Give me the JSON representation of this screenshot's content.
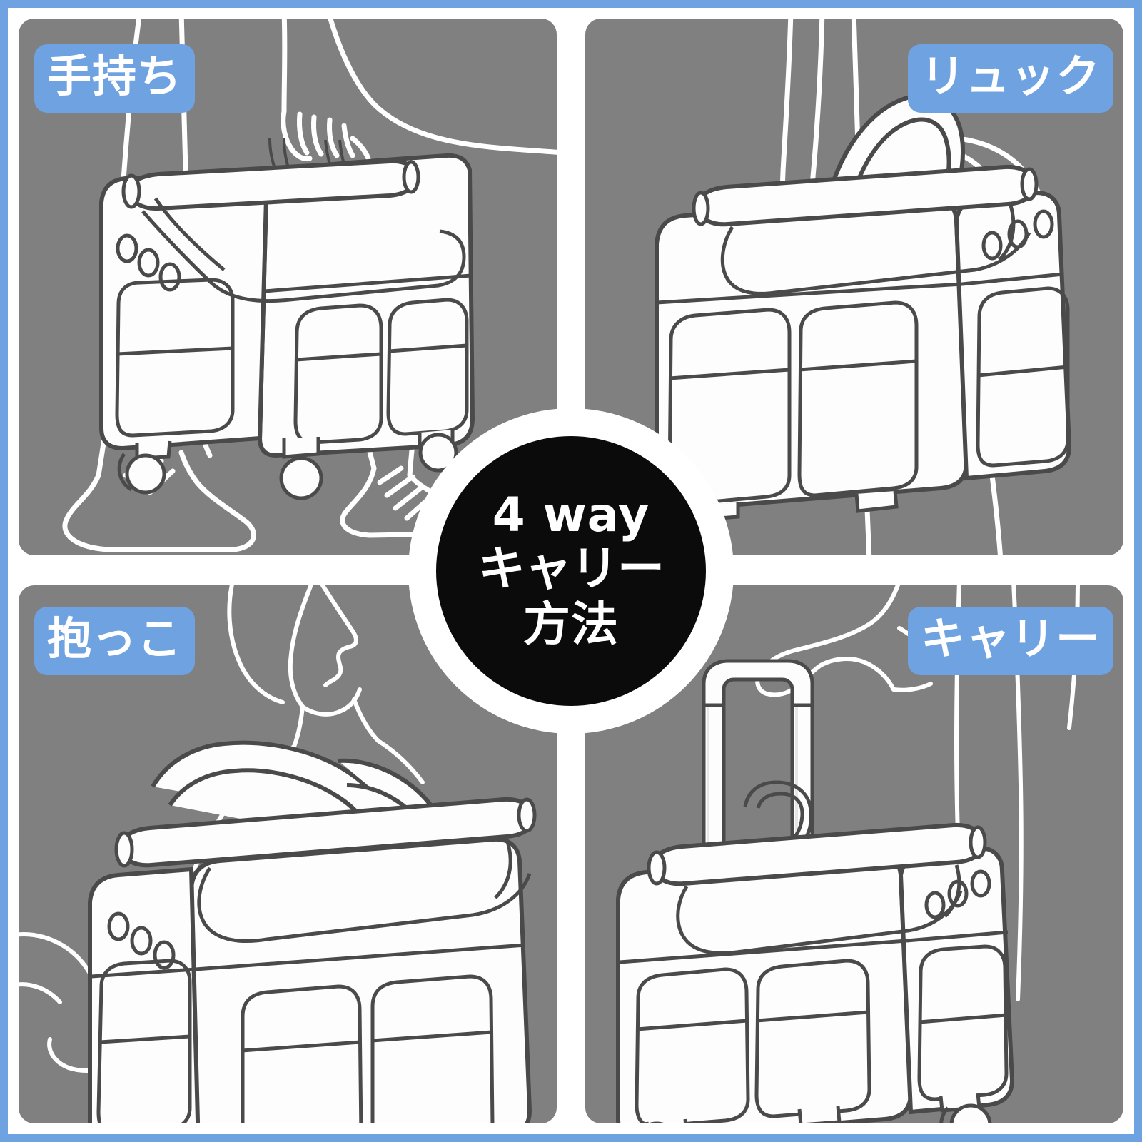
{
  "image": {
    "title": "4way carry methods infographic",
    "background_color": "#ffffff",
    "panel_color": "#808080",
    "accent_blue": "#6fa2e0",
    "badge_color": "#0b0b0b",
    "line_color": "#ffffff",
    "bag_outline_color": "#4a4a4a"
  },
  "center_badge": {
    "line1": "4 way",
    "line2": "キャリー",
    "line3": "方法"
  },
  "panels": [
    {
      "id": "top-left",
      "label": "手持ち",
      "description": "hand carry - person holding bag by top handle, bag has wheels, leg and sneaker visible"
    },
    {
      "id": "top-right",
      "label": "リュック",
      "description": "backpack - bag worn on back with shoulder strap, hand adjusting strap"
    },
    {
      "id": "bottom-left",
      "label": "抱っこ",
      "description": "front carry - bag worn on front of body with shoulder straps, person profile visible"
    },
    {
      "id": "bottom-right",
      "label": "キャリー",
      "description": "rolling carry - bag on telescoping trolley handle with four wheels, hand on handle"
    }
  ]
}
